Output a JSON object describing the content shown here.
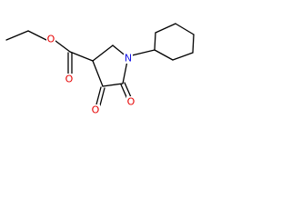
{
  "molecule": {
    "atoms": {
      "n1": {
        "symbol": "N",
        "color": "#1414e6"
      },
      "o_ester_carbonyl": {
        "symbol": "O",
        "color": "#e60000"
      },
      "o_ester_ether": {
        "symbol": "O",
        "color": "#e60000"
      },
      "o_ketone_c4": {
        "symbol": "O",
        "color": "#e60000"
      },
      "o_ketone_c5": {
        "symbol": "O",
        "color": "#e60000"
      }
    },
    "bond_color": "#000000",
    "background": "#ffffff"
  }
}
